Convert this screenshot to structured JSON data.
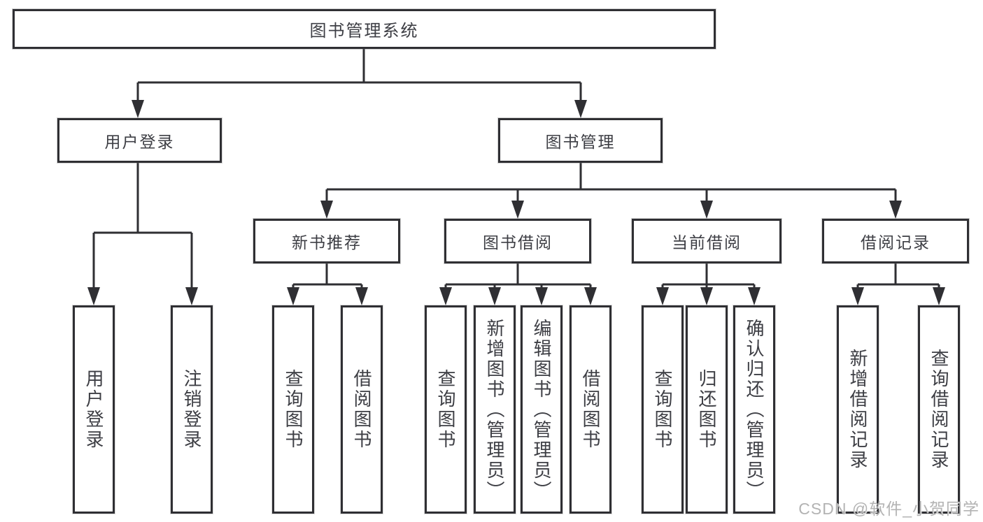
{
  "tree": {
    "root": {
      "label": "图书管理系统",
      "children": [
        {
          "label": "用户登录",
          "children": [
            {
              "label": "用户登录"
            },
            {
              "label": "注销登录"
            }
          ]
        },
        {
          "label": "图书管理",
          "children": [
            {
              "label": "新书推荐",
              "children": [
                {
                  "label": "查询图书"
                },
                {
                  "label": "借阅图书"
                }
              ]
            },
            {
              "label": "图书借阅",
              "children": [
                {
                  "label": "查询图书"
                },
                {
                  "label": "新增图书（管理员）"
                },
                {
                  "label": "编辑图书（管理员）"
                },
                {
                  "label": "借阅图书"
                }
              ]
            },
            {
              "label": "当前借阅",
              "children": [
                {
                  "label": "查询图书"
                },
                {
                  "label": "归还图书"
                },
                {
                  "label": "确认归还（管理员）"
                }
              ]
            },
            {
              "label": "借阅记录",
              "children": [
                {
                  "label": "新增借阅记录"
                },
                {
                  "label": "查询借阅记录"
                }
              ]
            }
          ]
        }
      ]
    }
  },
  "watermark": {
    "text": "CSDN @软件_小贺同学"
  },
  "colors": {
    "line": "#2f2f33",
    "text": "#3d3e44",
    "watermark": "#b3b3b3",
    "background": "#ffffff"
  }
}
